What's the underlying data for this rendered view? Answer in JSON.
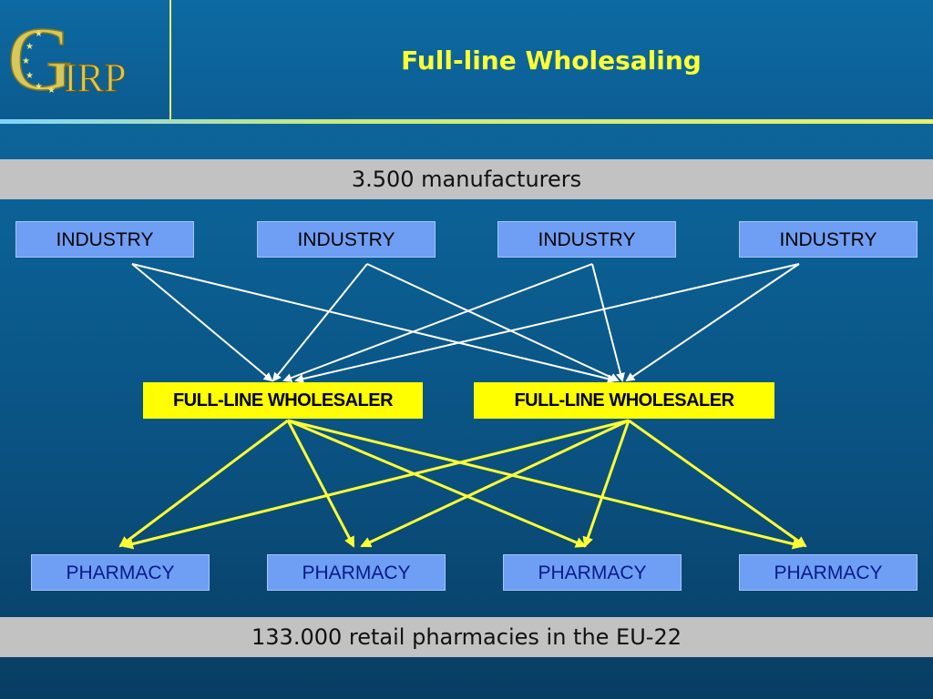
{
  "header": {
    "title": "Full-line Wholesaling",
    "logo_letters": [
      "G",
      "IRP"
    ]
  },
  "bands": {
    "top": "3.500 manufacturers",
    "bottom": "133.000 retail pharmacies in the EU-22"
  },
  "industry": [
    "INDUSTRY",
    "INDUSTRY",
    "INDUSTRY",
    "INDUSTRY"
  ],
  "wholesalers": [
    "FULL-LINE WHOLESALER",
    "FULL-LINE WHOLESALER"
  ],
  "pharmacies": [
    "PHARMACY",
    "PHARMACY",
    "PHARMACY",
    "PHARMACY"
  ],
  "colors": {
    "title": "#ffff33",
    "industry_box": "#6e9ff4",
    "wholesaler_box": "#ffff00",
    "supply_arrows": "#ffffff",
    "distribution_arrows": "#ffff33"
  }
}
